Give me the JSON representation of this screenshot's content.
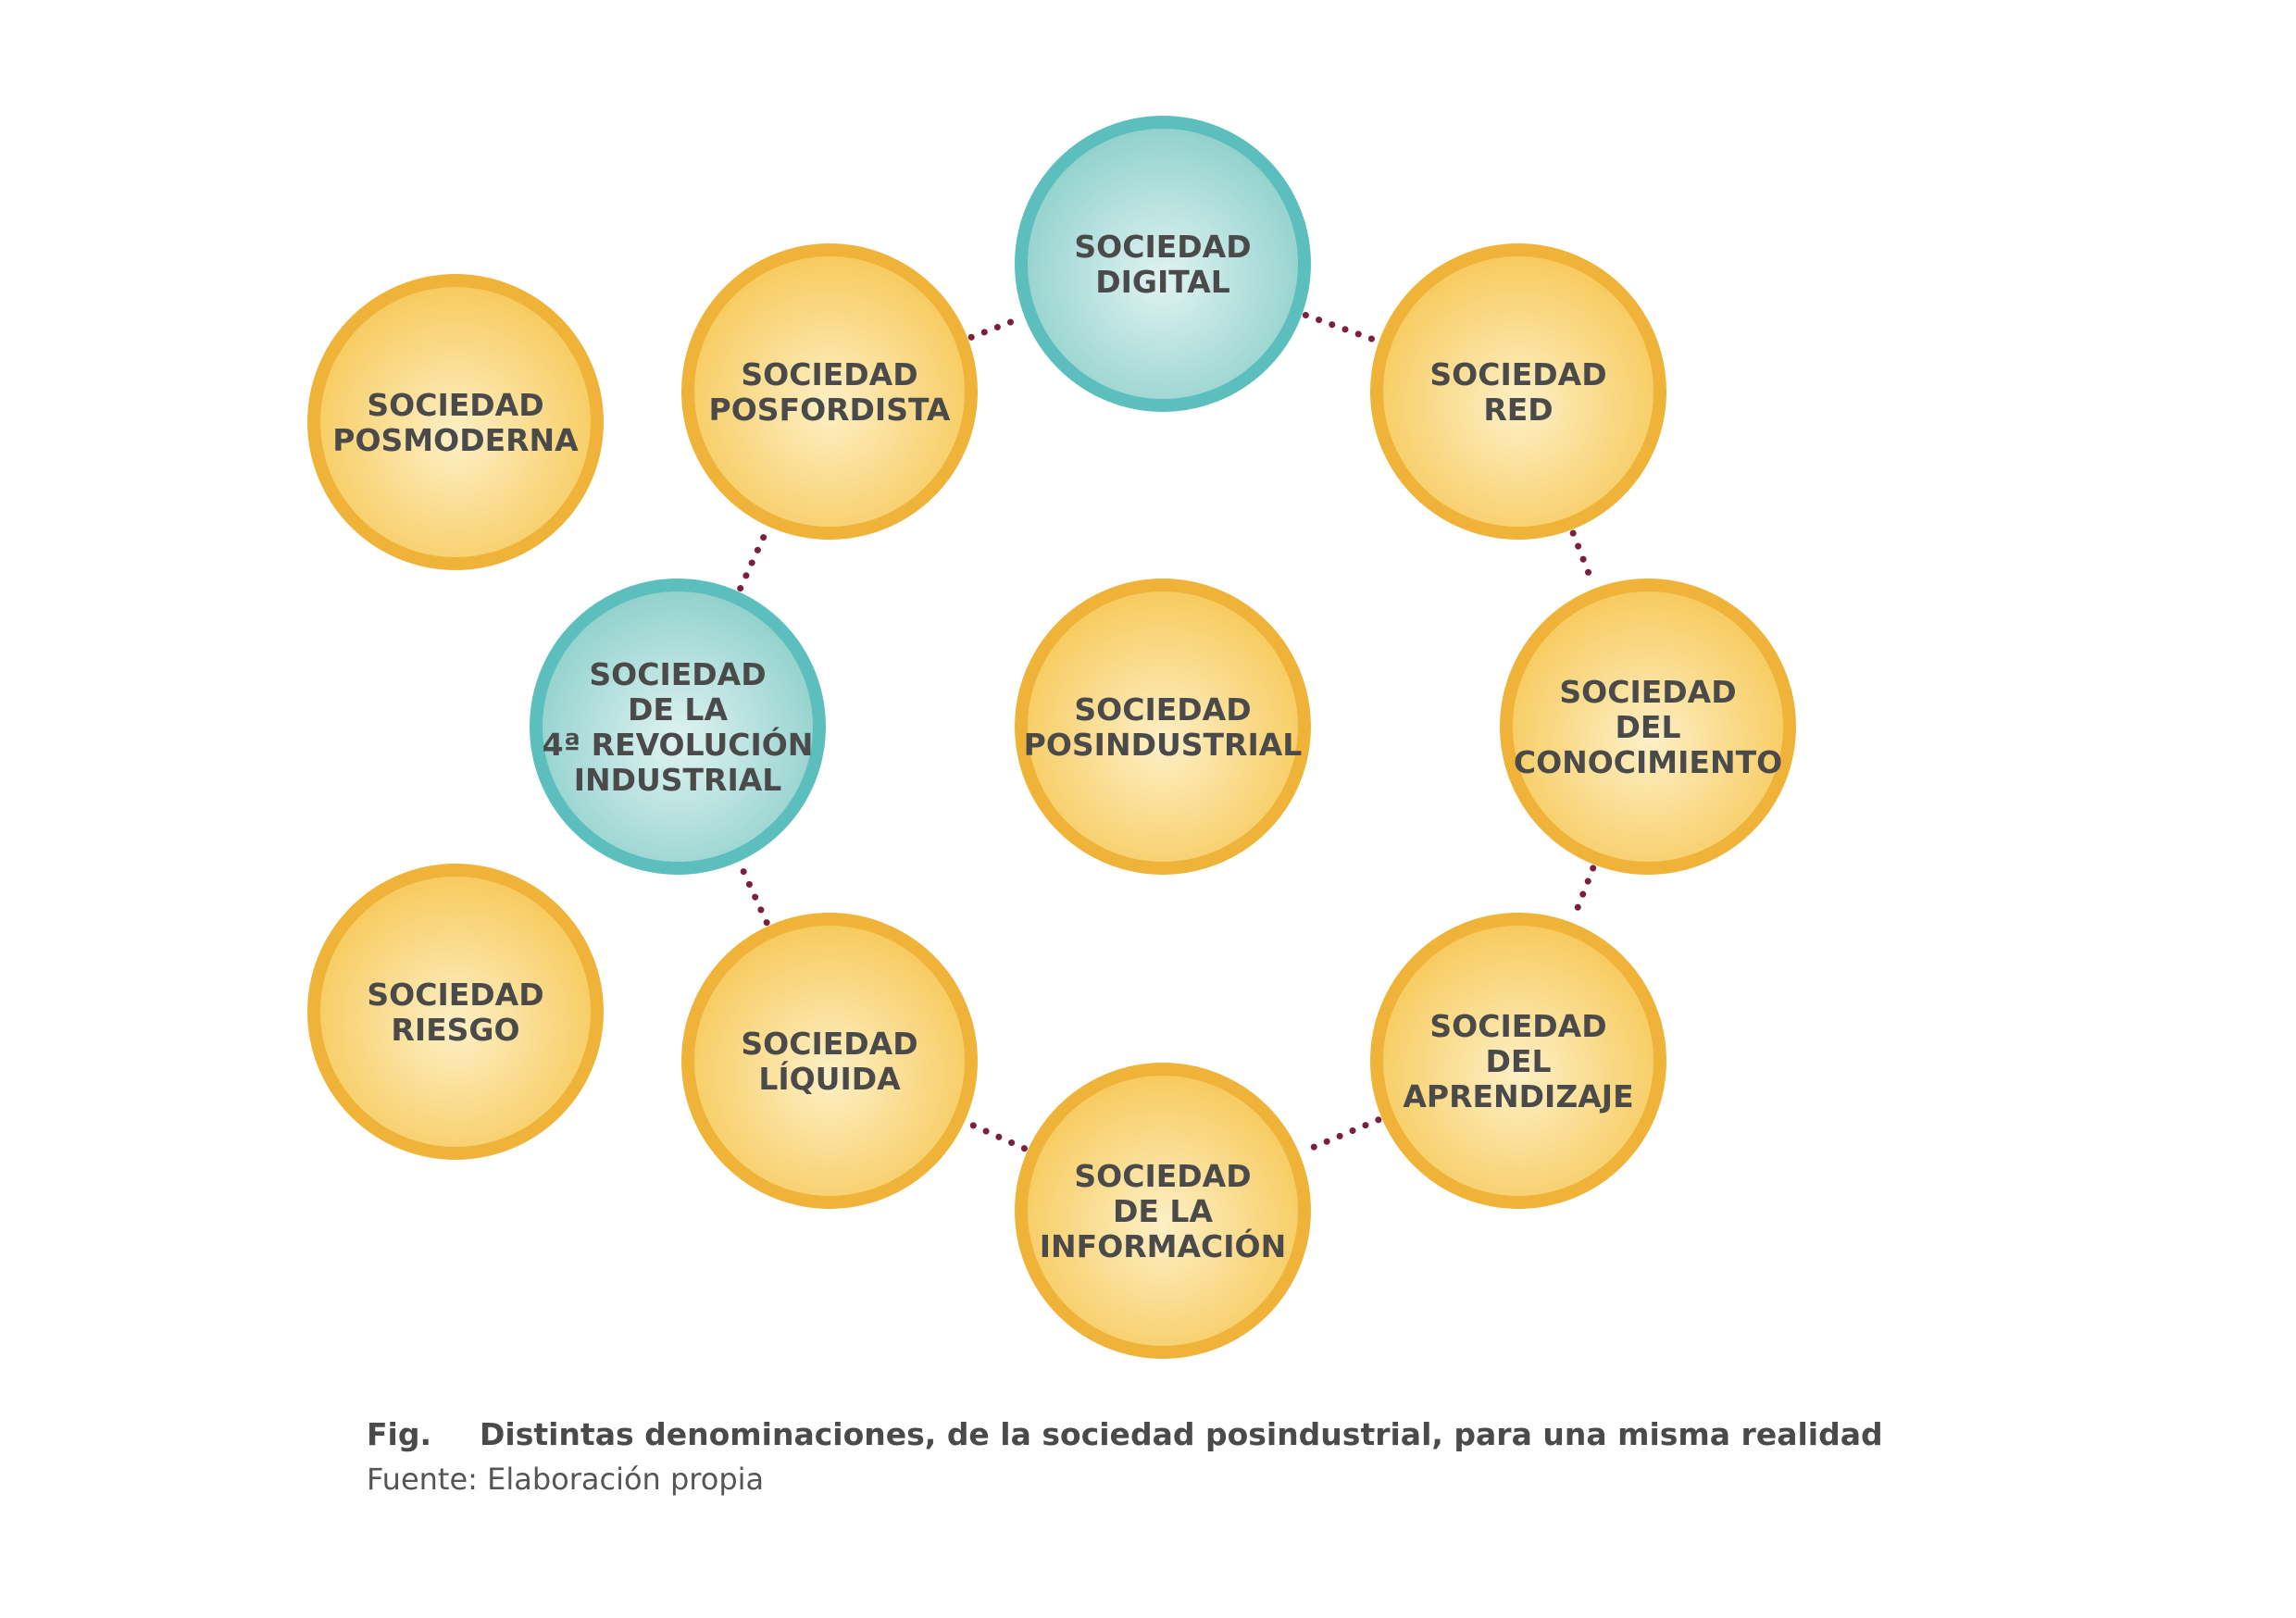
{
  "colors": {
    "gold_ring": "#f0b33a",
    "gold_center": "#fdf0c6",
    "gold_edge": "#f7c95a",
    "teal_ring": "#5dbfbd",
    "teal_center": "#e0f3f1",
    "teal_edge": "#8fd0cc",
    "connector": "#7a1f3d",
    "text": "#4a4a4a"
  },
  "nodes": [
    {
      "id": "digital",
      "style": "teal",
      "lines": [
        "SOCIEDAD",
        "DIGITAL"
      ]
    },
    {
      "id": "red",
      "style": "gold",
      "lines": [
        "SOCIEDAD",
        "RED"
      ]
    },
    {
      "id": "conocimiento",
      "style": "gold",
      "lines": [
        "SOCIEDAD",
        "DEL",
        "CONOCIMIENTO"
      ]
    },
    {
      "id": "aprendizaje",
      "style": "gold",
      "lines": [
        "SOCIEDAD",
        "DEL",
        "APRENDIZAJE"
      ]
    },
    {
      "id": "informacion",
      "style": "gold",
      "lines": [
        "SOCIEDAD",
        "DE LA",
        "INFORMACIÓN"
      ]
    },
    {
      "id": "liquida",
      "style": "gold",
      "lines": [
        "SOCIEDAD",
        "LÍQUIDA"
      ]
    },
    {
      "id": "revolucion",
      "style": "teal",
      "lines": [
        "SOCIEDAD",
        "DE LA",
        "4ª REVOLUCIÓN",
        "INDUSTRIAL"
      ]
    },
    {
      "id": "posfordista",
      "style": "gold",
      "lines": [
        "SOCIEDAD",
        "POSFORDISTA"
      ]
    },
    {
      "id": "posindustrial",
      "style": "gold",
      "lines": [
        "SOCIEDAD",
        "POSINDUSTRIAL"
      ]
    },
    {
      "id": "posmoderna",
      "style": "gold",
      "lines": [
        "SOCIEDAD",
        "POSMODERNA"
      ]
    },
    {
      "id": "riesgo",
      "style": "gold",
      "lines": [
        "SOCIEDAD",
        "RIESGO"
      ]
    }
  ],
  "edges": [
    [
      "digital",
      "red"
    ],
    [
      "red",
      "conocimiento"
    ],
    [
      "conocimiento",
      "aprendizaje"
    ],
    [
      "aprendizaje",
      "informacion"
    ],
    [
      "informacion",
      "liquida"
    ],
    [
      "liquida",
      "revolucion"
    ],
    [
      "revolucion",
      "posfordista"
    ],
    [
      "posfordista",
      "digital"
    ]
  ],
  "caption": {
    "fig_label": "Fig.",
    "title": "Distintas denominaciones, de la sociedad posindustrial, para una misma realidad",
    "source": "Fuente: Elaboración propia"
  }
}
